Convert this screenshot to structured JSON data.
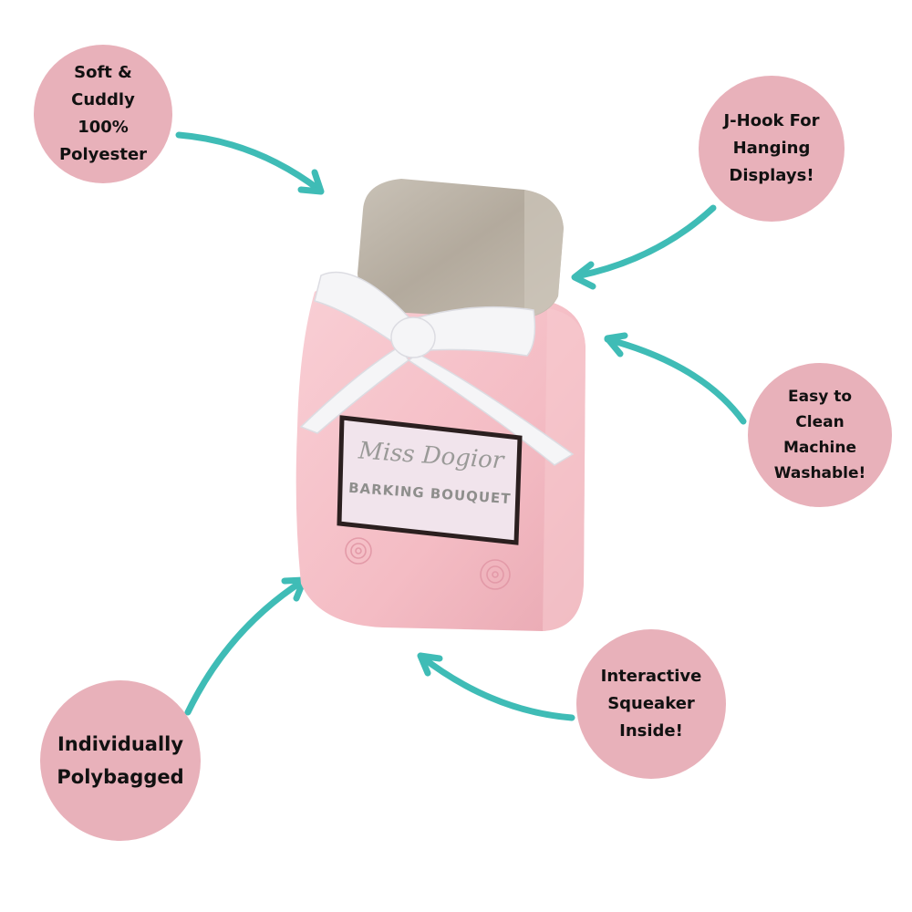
{
  "colors": {
    "bubble": "#e8b1ba",
    "arrow": "#3fbcb6",
    "bottle_pink": "#f6c1c9",
    "cap_gray": "#b9b1a5",
    "bow_white": "#f4f4f6",
    "label_border": "#2b1f1f"
  },
  "features": [
    {
      "id": "soft",
      "text": "Soft &\nCuddly\n100%\nPolyester"
    },
    {
      "id": "jhook",
      "text": "J-Hook For\nHanging\nDisplays!"
    },
    {
      "id": "wash",
      "text": "Easy to\nClean\nMachine\nWashable!"
    },
    {
      "id": "squeaker",
      "text": "Interactive\nSqueaker\nInside!"
    },
    {
      "id": "polybag",
      "text": "Individually\nPolybagged"
    }
  ],
  "product": {
    "name": "Miss Dogior",
    "subtitle": "BARKING BOUQUET"
  }
}
